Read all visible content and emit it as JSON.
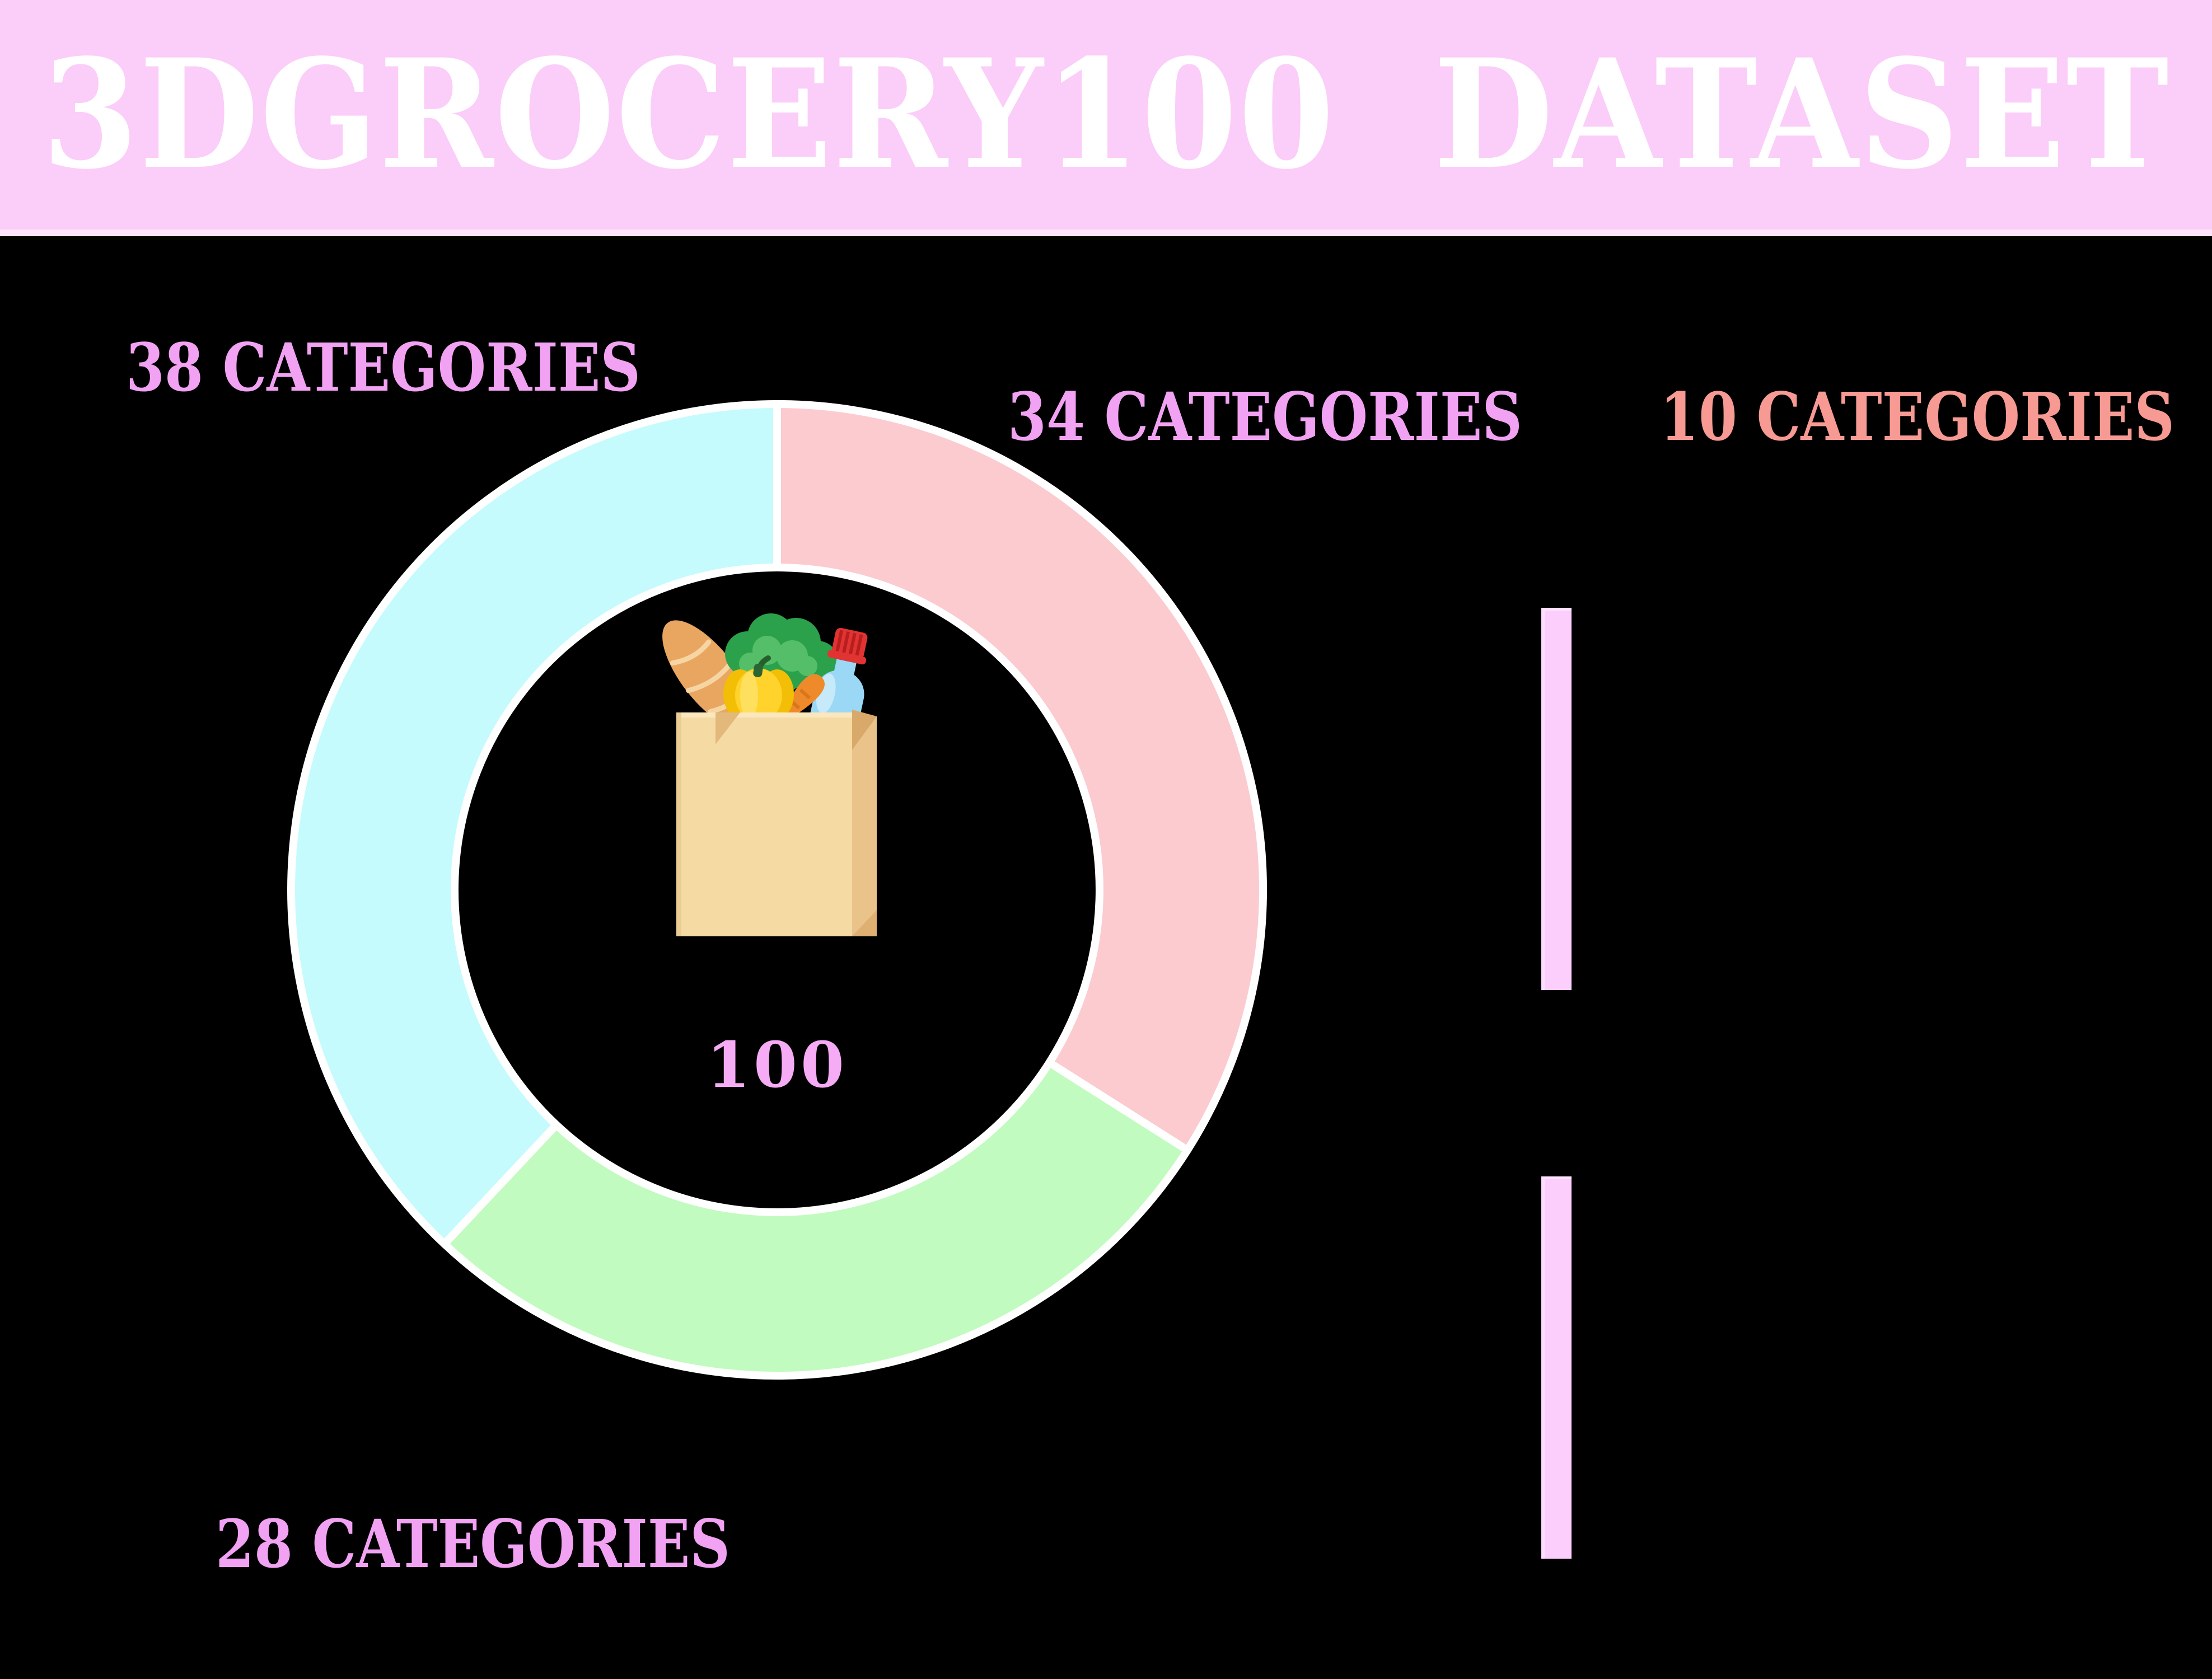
{
  "header": {
    "title": "3DGROCERY100  DATASET",
    "background_color": "#FBCDF9",
    "title_color": "#FFFFFF"
  },
  "chart_data": {
    "type": "pie",
    "donut": true,
    "title": "3DGROCERY100 DATASET",
    "start_angle_deg": 0,
    "clockwise": true,
    "total": 100,
    "center_total_label": "100",
    "center_total_color": "#F6ABF5",
    "center_icon": "grocery-bag-icon",
    "segments": [
      {
        "label": "34 CATEGORIES",
        "value": 34,
        "color": "#FBCBD0"
      },
      {
        "label": "28 CATEGORIES",
        "value": 28,
        "color": "#C1FBBF"
      },
      {
        "label": "38 CATEGORIES",
        "value": 38,
        "color": "#C5FBFD"
      }
    ],
    "separator_color": "#FFFFFF",
    "legend_position": "around-chart",
    "annotations": [
      {
        "text": "38 CATEGORIES",
        "color": "#F2A2F2",
        "position": "top-left"
      },
      {
        "text": "34 CATEGORIES",
        "color": "#F2A2F2",
        "position": "top-center"
      },
      {
        "text": "10 CATEGORIES",
        "color": "#F79A93",
        "position": "top-right"
      },
      {
        "text": "28 CATEGORIES",
        "color": "#F2A2F2",
        "position": "bottom-left"
      }
    ]
  },
  "decor": {
    "background_color": "#000000",
    "side_bar_color": "#FCCEFB"
  }
}
